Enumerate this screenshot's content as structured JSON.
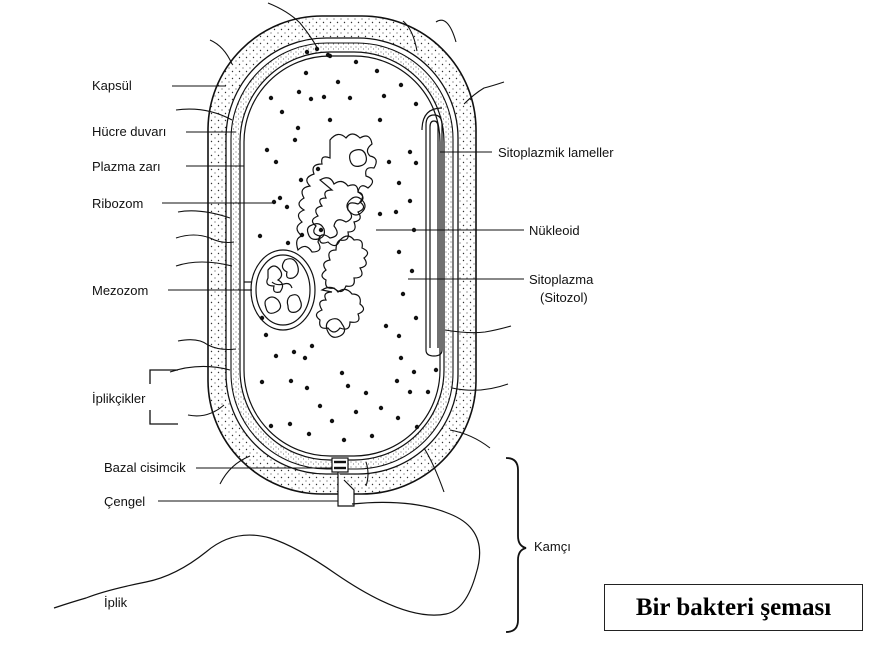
{
  "labels": {
    "kapsul": "Kapsül",
    "hucre_duvari": "Hücre duvarı",
    "plazma_zari": "Plazma zarı",
    "ribozom": "Ribozom",
    "mezozom": "Mezozom",
    "iplikcikler": "İplikçikler",
    "bazal_cisimcik": "Bazal cisimcik",
    "cengel": "Çengel",
    "iplik": "İplik",
    "sitoplazmik_lameller": "Sitoplazmik lameller",
    "nukleoid": "Nükleoid",
    "sitoplazma": "Sitoplazma",
    "sitozol": "(Sitozol)",
    "kamci": "Kamçı"
  },
  "title": "Bir bakteri  şeması"
}
